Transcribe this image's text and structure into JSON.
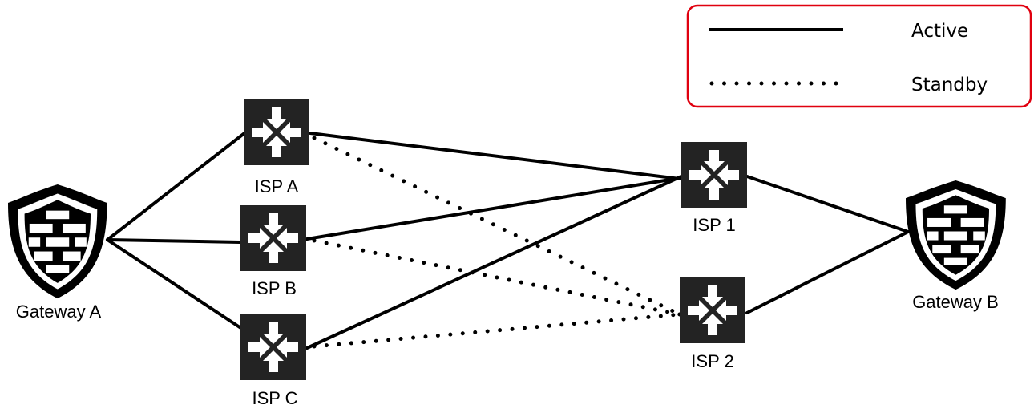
{
  "legend": {
    "active_label": "Active",
    "standby_label": "Standby",
    "border_color": "#e0000f"
  },
  "nodes": {
    "gateway_a": {
      "label": "Gateway A",
      "icon": "firewall-shield-icon"
    },
    "gateway_b": {
      "label": "Gateway B",
      "icon": "firewall-shield-icon"
    },
    "isp_a": {
      "label": "ISP A",
      "icon": "router-icon"
    },
    "isp_b": {
      "label": "ISP B",
      "icon": "router-icon"
    },
    "isp_c": {
      "label": "ISP C",
      "icon": "router-icon"
    },
    "isp_1": {
      "label": "ISP 1",
      "icon": "router-icon"
    },
    "isp_2": {
      "label": "ISP 2",
      "icon": "router-icon"
    }
  },
  "links": [
    {
      "from": "Gateway A",
      "to": "ISP A",
      "type": "Active"
    },
    {
      "from": "Gateway A",
      "to": "ISP B",
      "type": "Active"
    },
    {
      "from": "Gateway A",
      "to": "ISP C",
      "type": "Active"
    },
    {
      "from": "ISP A",
      "to": "ISP 1",
      "type": "Active"
    },
    {
      "from": "ISP B",
      "to": "ISP 1",
      "type": "Active"
    },
    {
      "from": "ISP C",
      "to": "ISP 1",
      "type": "Active"
    },
    {
      "from": "ISP A",
      "to": "ISP 2",
      "type": "Standby"
    },
    {
      "from": "ISP B",
      "to": "ISP 2",
      "type": "Standby"
    },
    {
      "from": "ISP C",
      "to": "ISP 2",
      "type": "Standby"
    },
    {
      "from": "ISP 1",
      "to": "Gateway B",
      "type": "Active"
    },
    {
      "from": "ISP 2",
      "to": "Gateway B",
      "type": "Active"
    }
  ]
}
